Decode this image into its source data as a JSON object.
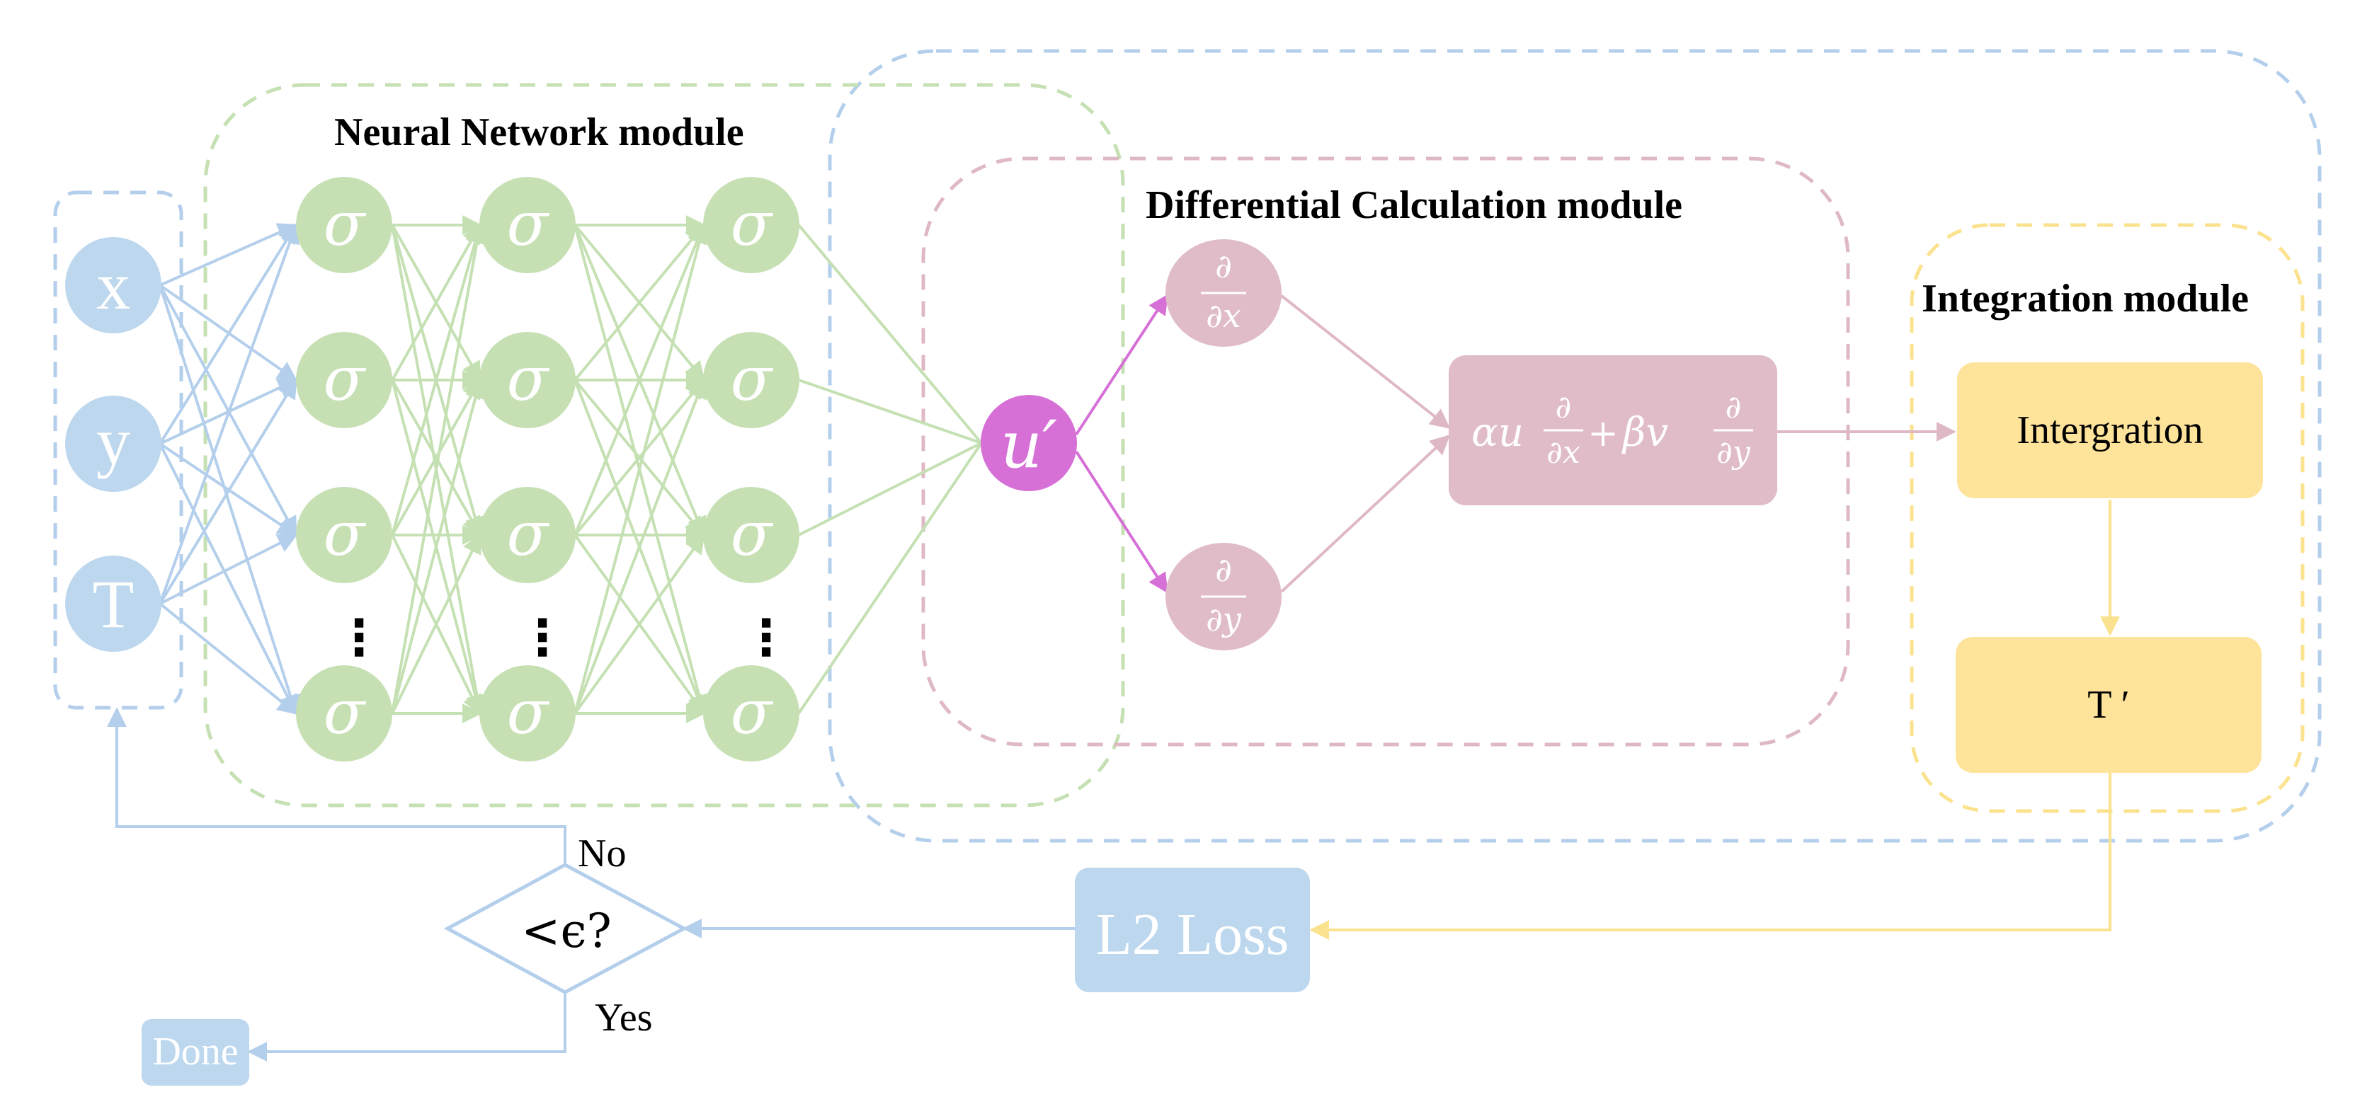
{
  "modules": {
    "neural_network": "Neural Network module",
    "differential": "Differential Calculation module",
    "integration": "Integration module"
  },
  "inputs": [
    "x",
    "y",
    "T"
  ],
  "neuron_symbol": "σ",
  "ellipsis": "⋮",
  "output_node": "u′",
  "partials": {
    "dx_num": "∂",
    "dx_den": "∂x",
    "dy_num": "∂",
    "dy_den": "∂y"
  },
  "operator": {
    "alpha_u": "αu",
    "partial": "∂",
    "dx": "∂x",
    "plus": "+",
    "beta_v": "βv",
    "dy": "∂y"
  },
  "integration_box": "Intergration",
  "t_prime": "T ′",
  "loss": "L2 Loss",
  "decision": {
    "label": "<ϵ?",
    "no": "No",
    "yes": "Yes"
  },
  "done": "Done",
  "colors": {
    "blue": "#bcd7ee",
    "blue_line": "#b4cfeb",
    "green": "#c6e0b4",
    "green_line": "#c5e0b3",
    "magenta": "#d670d6",
    "pink": "#e0bcc8",
    "pink_line": "#dfb8c6",
    "yellow": "#fee39a",
    "yellow_line": "#fbe28e"
  }
}
